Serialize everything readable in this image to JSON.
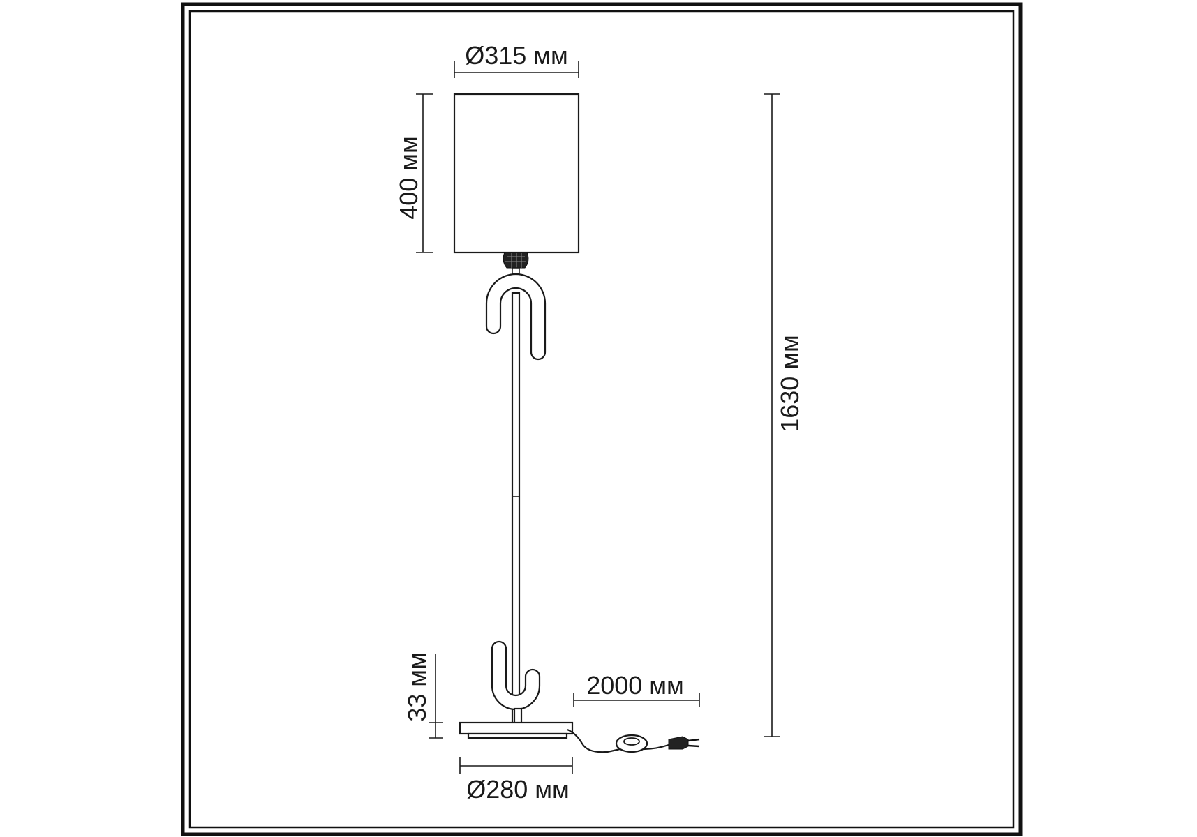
{
  "dimensions": {
    "shade_diameter": "Ø315 мм",
    "shade_height": "400 мм",
    "total_height": "1630 мм",
    "base_height": "33 мм",
    "cable_length": "2000 мм",
    "base_diameter": "Ø280 мм"
  }
}
